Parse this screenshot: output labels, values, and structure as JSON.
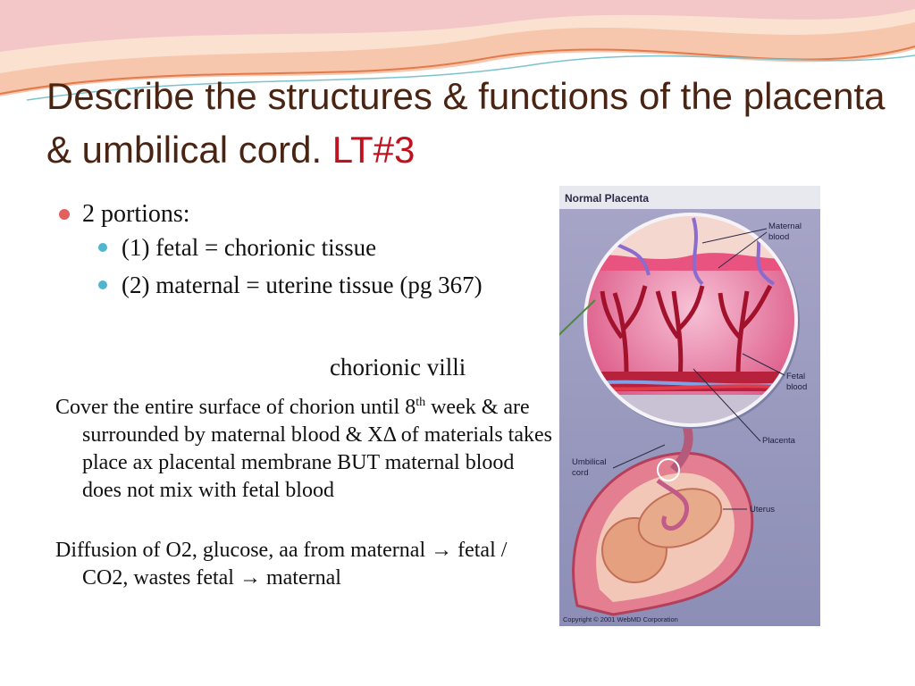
{
  "title": {
    "main": "Describe the structures & functions of the placenta & umbilical cord.",
    "tag": "LT#3"
  },
  "bullets": {
    "portions": "2 portions:",
    "fetal": "(1) fetal  = chorionic tissue",
    "maternal": "(2) maternal = uterine tissue (pg 367)"
  },
  "villi_label": "chorionic villi",
  "para1": {
    "pre": "Cover the entire surface of chorion until 8",
    "sup": "th",
    "post": " week & are surrounded by maternal blood & XΔ of materials takes place ax placental membrane BUT maternal blood does not mix with fetal blood"
  },
  "para2": {
    "a": "Diffusion of O2, glucose, aa  from maternal ",
    "arrow1": "→",
    "b": " fetal / CO2, wastes fetal ",
    "arrow2": "→",
    "c": " maternal"
  },
  "figure": {
    "title": "Normal Placenta",
    "maternal_blood": [
      "Maternal",
      "blood"
    ],
    "fetal_blood": [
      "Fetal",
      "blood"
    ],
    "placenta": "Placenta",
    "umbilical_cord": [
      "Umbilical",
      "cord"
    ],
    "uterus": "Uterus",
    "copyright": "Copyright © 2001 WebMD Corporation"
  }
}
